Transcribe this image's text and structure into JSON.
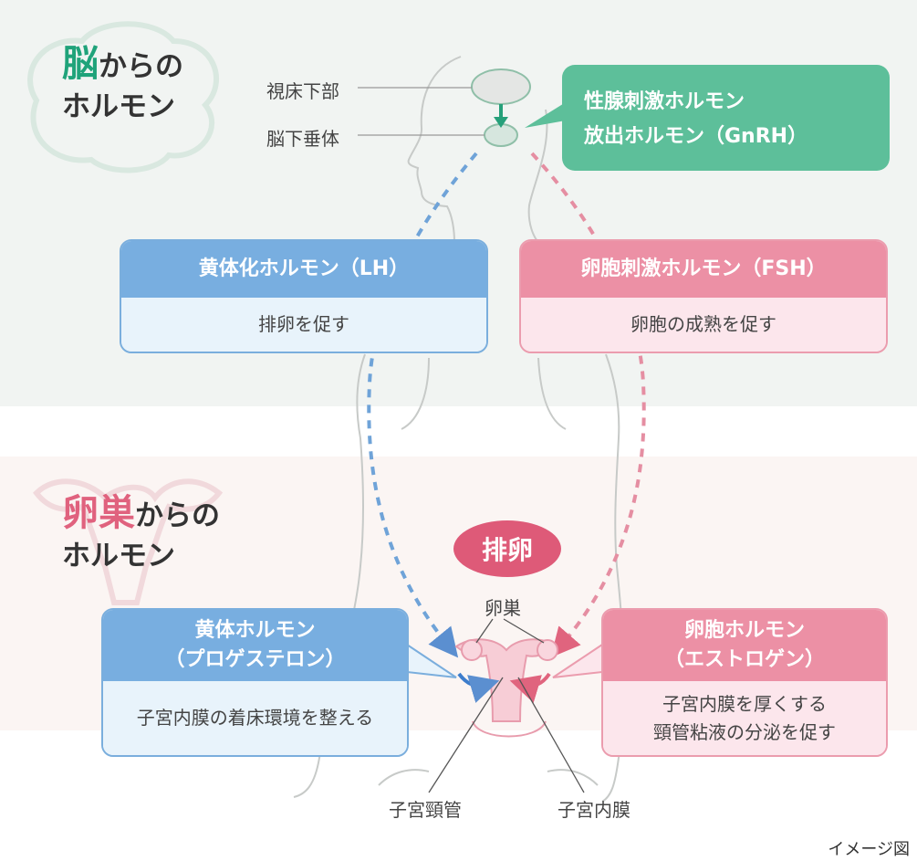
{
  "brain_heading": {
    "accent": "脳",
    "rest": "からの",
    "line2": "ホルモン"
  },
  "ovary_heading": {
    "accent": "卵巣",
    "rest": "からの",
    "line2": "ホルモン"
  },
  "labels": {
    "hypothalamus": "視床下部",
    "pituitary": "脳下垂体",
    "ovary": "卵巣",
    "cervix": "子宮頸管",
    "endometrium": "子宮内膜"
  },
  "gnrh": {
    "line1": "性腺刺激ホルモン",
    "line2": "放出ホルモン（GnRH）"
  },
  "lh": {
    "title": "黄体化ホルモン（LH）",
    "desc": "排卵を促す"
  },
  "fsh": {
    "title": "卵胞刺激ホルモン（FSH）",
    "desc": "卵胞の成熟を促す"
  },
  "ovulation": "排卵",
  "progesterone": {
    "title1": "黄体ホルモン",
    "title2": "（プロゲステロン）",
    "desc": "子宮内膜の着床環境を整える"
  },
  "estrogen": {
    "title1": "卵胞ホルモン",
    "title2": "（エストロゲン）",
    "desc1": "子宮内膜を厚くする",
    "desc2": "頸管粘液の分泌を促す"
  },
  "caption": "イメージ図",
  "colors": {
    "green": "#5dbf9a",
    "blue": "#78aee0",
    "pink": "#ec90a5",
    "ovulation": "#de5a78"
  }
}
